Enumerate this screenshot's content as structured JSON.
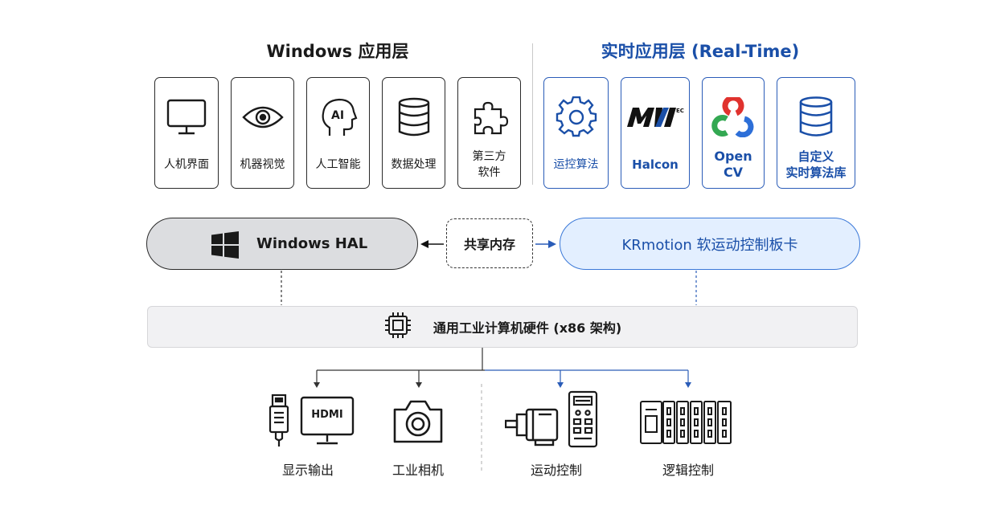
{
  "titles": {
    "left": "Windows 应用层",
    "right": "实时应用层 (Real-Time)"
  },
  "windows_apps": [
    {
      "icon": "monitor-icon",
      "label": "人机界面"
    },
    {
      "icon": "eye-icon",
      "label": "机器视觉"
    },
    {
      "icon": "ai-head-icon",
      "label": "人工智能"
    },
    {
      "icon": "database-icon",
      "label": "数据处理"
    },
    {
      "icon": "puzzle-icon",
      "label_line1": "第三方",
      "label_line2": "软件"
    }
  ],
  "realtime_apps": [
    {
      "icon": "gear-icon",
      "label": "运控算法"
    },
    {
      "icon": "mvtec-logo",
      "logo_text": "MVTEC",
      "label": "Halcon"
    },
    {
      "icon": "opencv-logo",
      "label_line1": "Open",
      "label_line2": "CV"
    },
    {
      "icon": "database-icon",
      "label_line1": "自定义",
      "label_line2": "实时算法库"
    }
  ],
  "hal": {
    "windows": "Windows HAL",
    "shared_memory": "共享内存",
    "krmotion": "KRmotion 软运动控制板卡"
  },
  "hardware": "通用工业计算机硬件 (x86 架构)",
  "devices": {
    "display": "显示输出",
    "hdmi": "HDMI",
    "camera": "工业相机",
    "motion": "运动控制",
    "logic": "逻辑控制"
  },
  "colors": {
    "accent_blue": "#1a4fa8",
    "krmotion_fill": "#e3efff",
    "hal_fill": "#dcdde0"
  }
}
